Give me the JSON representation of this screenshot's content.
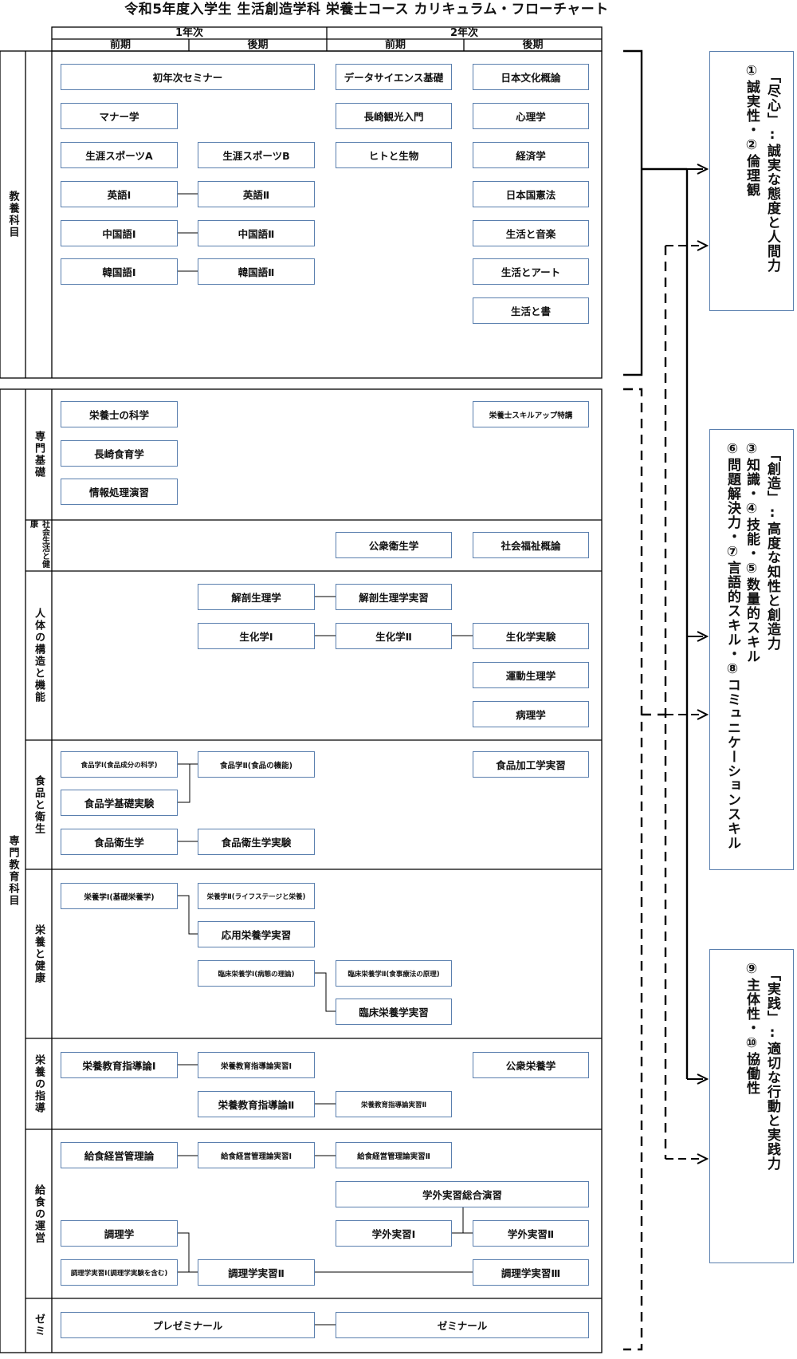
{
  "title": "令和5年度入学生 生活創造学科 栄養士コース カリキュラム・フローチャート",
  "headers": {
    "year1": "1年次",
    "year2": "2年次",
    "y1_first": "前期",
    "y1_second": "後期",
    "y2_first": "前期",
    "y2_second": "後期"
  },
  "sections": {
    "general": "教養科目",
    "specialized": "専門教育科目",
    "sub_basic": "専門基礎",
    "sub_social": "社会生活と健康",
    "sub_body": "人体の構造と機能",
    "sub_food": "食品と衛生",
    "sub_nutrition": "栄養と健康",
    "sub_guidance": "栄養の指導",
    "sub_service": "給食の運営",
    "sub_seminar": "ゼミ"
  },
  "courses": {
    "c_seminar1": "初年次セミナー",
    "c_datascience": "データサイエンス基礎",
    "c_jpculture": "日本文化概論",
    "c_manner": "マナー学",
    "c_nagasaki_tour": "長崎観光入門",
    "c_psych": "心理学",
    "c_sportsA": "生涯スポーツA",
    "c_sportsB": "生涯スポーツB",
    "c_human_bio": "ヒトと生物",
    "c_econ": "経済学",
    "c_eng1": "英語Ⅰ",
    "c_eng2": "英語Ⅱ",
    "c_constitution": "日本国憲法",
    "c_chn1": "中国語Ⅰ",
    "c_chn2": "中国語Ⅱ",
    "c_music": "生活と音楽",
    "c_kor1": "韓国語Ⅰ",
    "c_kor2": "韓国語Ⅱ",
    "c_art": "生活とアート",
    "c_calligraphy": "生活と書",
    "c_dietitian_sci": "栄養士の科学",
    "c_skillup": "栄養士スキルアップ特講",
    "c_nagasaki_food": "長崎食育学",
    "c_info": "情報処理演習",
    "c_public_health": "公衆衛生学",
    "c_welfare": "社会福祉概論",
    "c_anatomy": "解剖生理学",
    "c_anatomy_lab": "解剖生理学実習",
    "c_biochem1": "生化学Ⅰ",
    "c_biochem2": "生化学Ⅱ",
    "c_biochem_exp": "生化学実験",
    "c_exercise_phys": "運動生理学",
    "c_pathology": "病理学",
    "c_food1": "食品学Ⅰ(食品成分の科学)",
    "c_food2": "食品学Ⅱ(食品の機能)",
    "c_food_proc": "食品加工学実習",
    "c_food_basic_exp": "食品学基礎実験",
    "c_food_hygiene": "食品衛生学",
    "c_food_hygiene_exp": "食品衛生学実験",
    "c_nutr1": "栄養学Ⅰ(基礎栄養学)",
    "c_nutr2": "栄養学Ⅱ(ライフステージと栄養)",
    "c_applied_nutr": "応用栄養学実習",
    "c_clinical1": "臨床栄養学Ⅰ(病態の理論)",
    "c_clinical2": "臨床栄養学Ⅱ(食事療法の原理)",
    "c_clinical_prac": "臨床栄養学実習",
    "c_edu1": "栄養教育指導論Ⅰ",
    "c_edu_prac1": "栄養教育指導論実習Ⅰ",
    "c_public_nutr": "公衆栄養学",
    "c_edu2": "栄養教育指導論Ⅱ",
    "c_edu_prac2": "栄養教育指導論実習Ⅱ",
    "c_food_service": "給食経営管理論",
    "c_fs_prac1": "給食経営管理論実習Ⅰ",
    "c_fs_prac2": "給食経営管理論実習Ⅱ",
    "c_external_total": "学外実習総合演習",
    "c_cooking": "調理学",
    "c_external1": "学外実習Ⅰ",
    "c_external2": "学外実習Ⅱ",
    "c_cook_prac1": "調理学実習Ⅰ(調理学実験を含む)",
    "c_cook_prac2": "調理学実習Ⅱ",
    "c_cook_prac3": "調理学実習Ⅲ",
    "c_preseminar": "プレゼミナール",
    "c_seminar": "ゼミナール"
  },
  "outcomes": {
    "o1_line1": "「尽心」:誠実な態度と人間力",
    "o1_line2": "①誠実性・②倫理観",
    "o2_line1": "「創造」:高度な知性と創造力",
    "o2_line2": "③知識・④技能・⑤数量的スキル",
    "o2_line3": "⑥問題解決力・⑦言語的スキル・⑧コミュニケーションスキル",
    "o3_line1": "「実践」:適切な行動と実践力",
    "o3_line2": "⑨主体性・⑩協働性"
  }
}
